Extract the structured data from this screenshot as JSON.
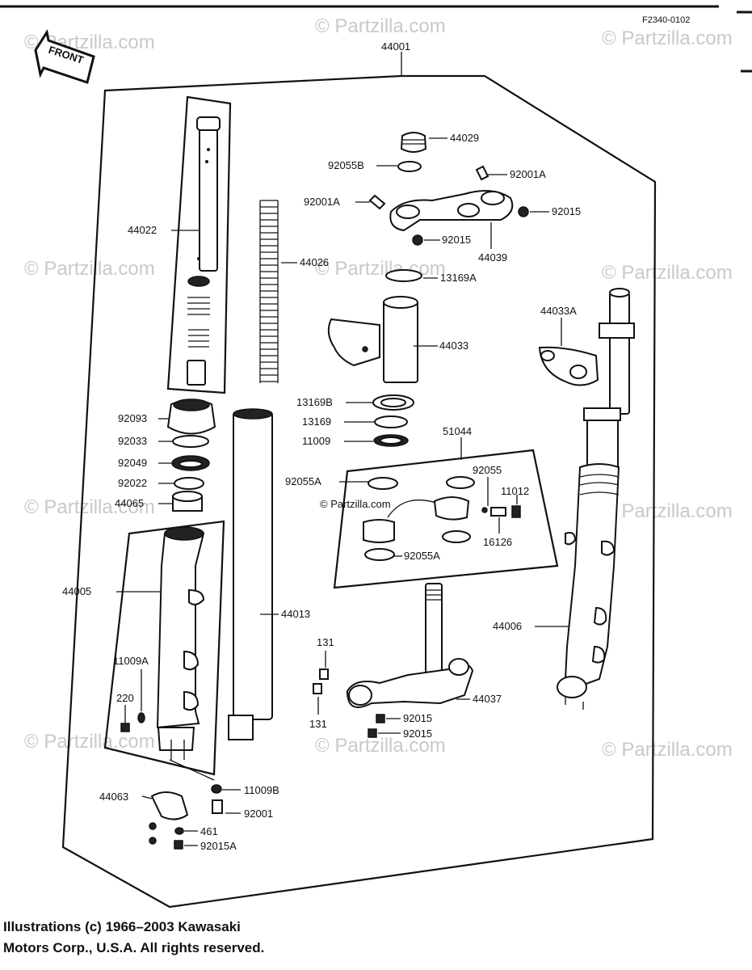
{
  "diagram_code": "F2340-0102",
  "front_label": "FRONT",
  "watermark": "© Partzilla.com",
  "center_watermark": "© Partzilla.com",
  "copyright": {
    "line1": "Illustrations (c) 1966–2003 Kawasaki",
    "line2": "Motors Corp., U.S.A.  All rights reserved."
  },
  "parts": {
    "p44001": "44001",
    "p44029": "44029",
    "p92055B": "92055B",
    "p92001A_r": "92001A",
    "p92001A_l": "92001A",
    "p92015_r": "92015",
    "p92015_m": "92015",
    "p44039": "44039",
    "p44022": "44022",
    "p44026": "44026",
    "p13169A": "13169A",
    "p44033A": "44033A",
    "p44033": "44033",
    "p13169B": "13169B",
    "p13169": "13169",
    "p11009": "11009",
    "p92093": "92093",
    "p92033": "92033",
    "p92049": "92049",
    "p92022": "92022",
    "p44065": "44065",
    "p51044": "51044",
    "p92055A_t": "92055A",
    "p92055": "92055",
    "p11012": "11012",
    "p16126": "16126",
    "p92055A_b": "92055A",
    "p44005": "44005",
    "p44013": "44013",
    "p44006": "44006",
    "p11009A": "11009A",
    "p220": "220",
    "p131_t": "131",
    "p131_b": "131",
    "p44037": "44037",
    "p92015_b1": "92015",
    "p92015_b2": "92015",
    "p44063": "44063",
    "p11009B": "11009B",
    "p92001": "92001",
    "p461": "461",
    "p92015A": "92015A"
  }
}
